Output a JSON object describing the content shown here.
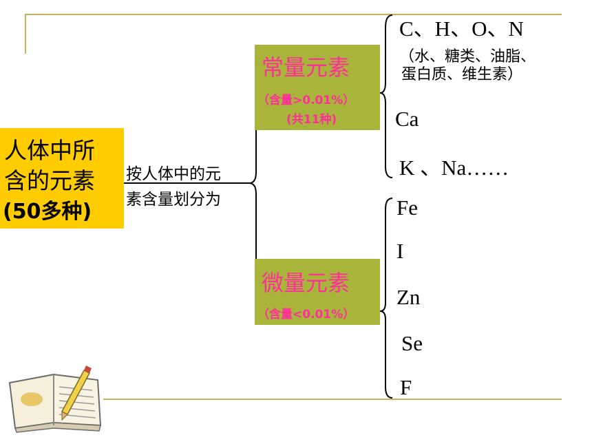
{
  "root": {
    "line1": "人体中所",
    "line2": "含的元素",
    "line3": "(50多种)"
  },
  "split_label": {
    "line1": "按人体中的元",
    "line2": "素含量划分为"
  },
  "major": {
    "title": "常量元素",
    "content": "（含量>0.01%）",
    "count": "(共11种)",
    "items": {
      "chon": "C、H、O、N",
      "chon_note1": "（水、糖类、油脂、",
      "chon_note2": "蛋白质、维生素）",
      "ca": "Ca",
      "kna": "K 、Na……"
    }
  },
  "trace": {
    "title": "微量元素",
    "content": "（含量<0.01%）",
    "items": [
      "Fe",
      "I",
      "Zn",
      "Se",
      "F"
    ]
  },
  "colors": {
    "root_box": "#ffcc00",
    "category_box": "#a9b53a",
    "category_text": "#ff2e9a",
    "rule_lines": "#c9b25a"
  },
  "icons": [
    "open-book-with-pencil-icon"
  ]
}
